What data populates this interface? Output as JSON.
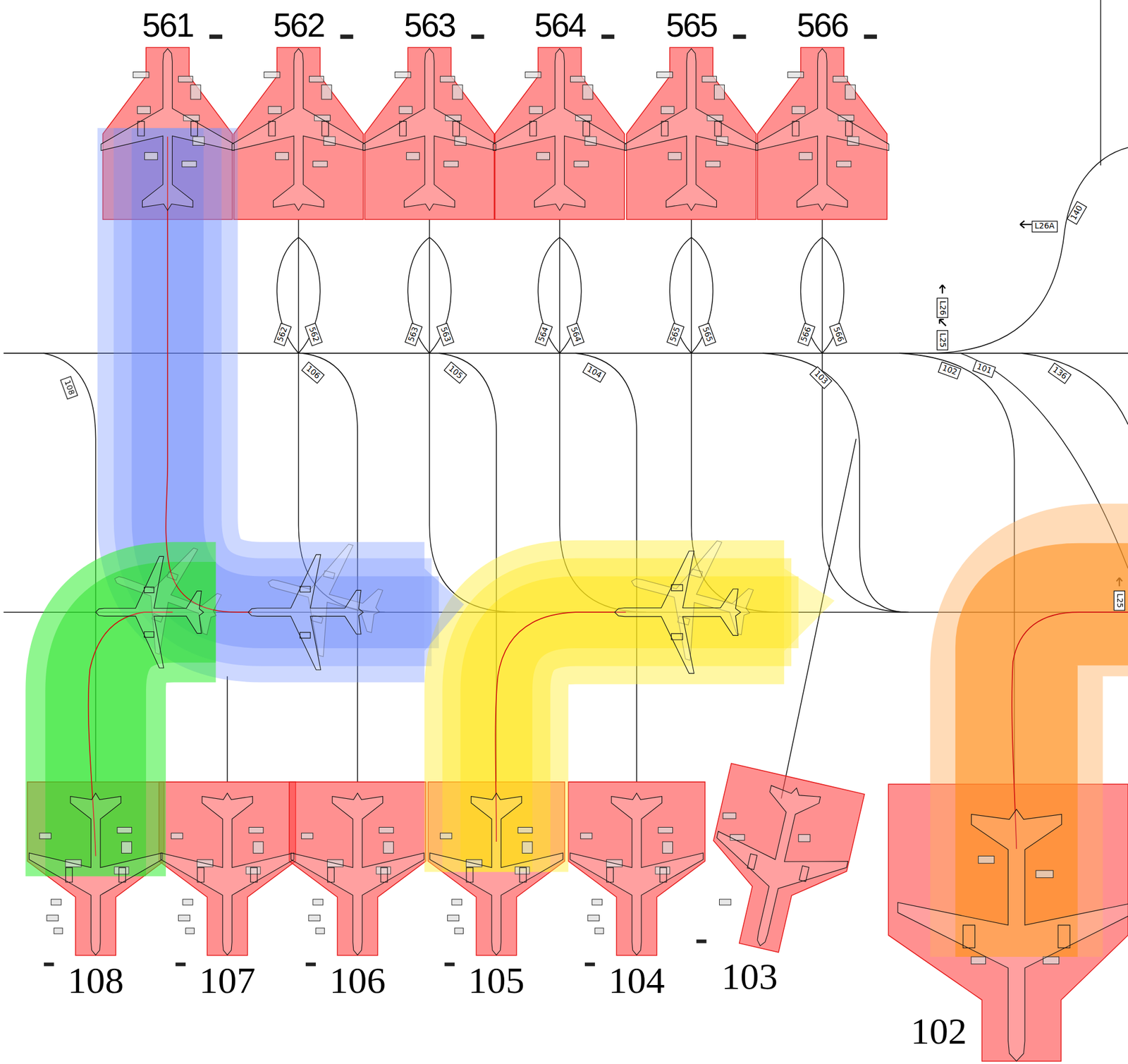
{
  "diagram": {
    "nodes": [
      {
        "text": [
          "561"
        ]
      },
      {
        "text": [
          "562"
        ]
      },
      {
        "text": [
          "563"
        ]
      },
      {
        "text": [
          "564"
        ]
      },
      {
        "text": [
          "565"
        ]
      },
      {
        "text": [
          "566"
        ]
      },
      {
        "text": [
          "108"
        ]
      },
      {
        "text": [
          "107"
        ]
      },
      {
        "text": [
          "106"
        ]
      },
      {
        "text": [
          "105"
        ]
      },
      {
        "text": [
          "104"
        ]
      },
      {
        "text": [
          "103"
        ]
      },
      {
        "text": [
          "102"
        ]
      }
    ],
    "labels": [
      "562",
      "562",
      "563",
      "563",
      "564",
      "564",
      "565",
      "565",
      "566",
      "566",
      "108",
      "106",
      "105",
      "104",
      "103",
      "102",
      "101",
      "136",
      "140",
      "L26A",
      "L26",
      "L25",
      "L25"
    ]
  }
}
